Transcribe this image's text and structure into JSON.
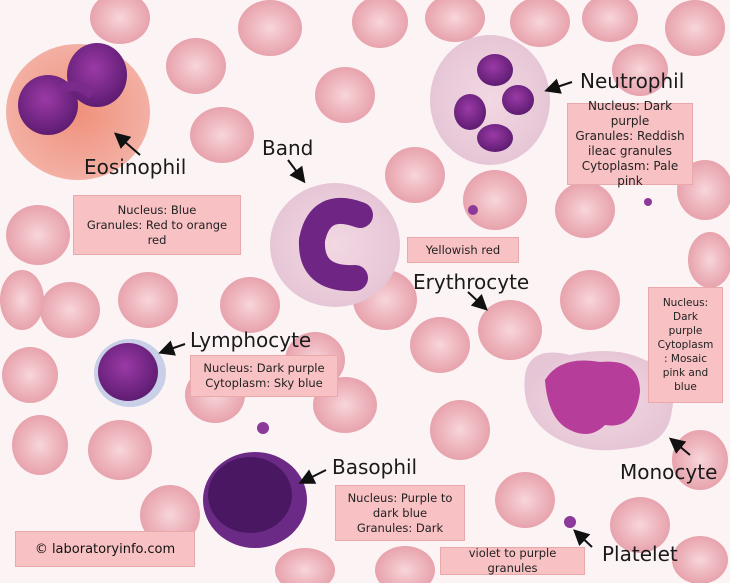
{
  "labels": {
    "eosinophil": "Eosinophil",
    "band": "Band",
    "neutrophil": "Neutrophil",
    "erythrocyte": "Erythrocyte",
    "lymphocyte": "Lymphocyte",
    "basophil": "Basophil",
    "monocyte": "Monocyte",
    "platelet": "Platelet"
  },
  "boxes": {
    "eosinophil": [
      "Nucleus: Blue",
      "Granules: Red to orange",
      "red"
    ],
    "neutrophil": [
      "Nucleus: Dark purple",
      "Granules: Reddish",
      "ileac granules",
      "Cytoplasm: Pale pink"
    ],
    "erythrocyte": [
      "Yellowish red"
    ],
    "monocyte": [
      "Nucleus:",
      "Dark",
      "purple",
      "Cytoplasm",
      ": Mosaic",
      "pink and",
      "blue"
    ],
    "lymphocyte": [
      "Nucleus: Dark purple",
      "Cytoplasm: Sky blue"
    ],
    "basophil": [
      "Nucleus: Purple to",
      "dark blue",
      "Granules: Dark"
    ],
    "platelet": [
      "violet to purple granules"
    ]
  },
  "credit": "© laboratoryinfo.com",
  "colors": {
    "background": "#fbf3f4",
    "rbc": "#f0b6be",
    "box": "#f8c1c3",
    "nucleus": "#7a2a8a"
  }
}
